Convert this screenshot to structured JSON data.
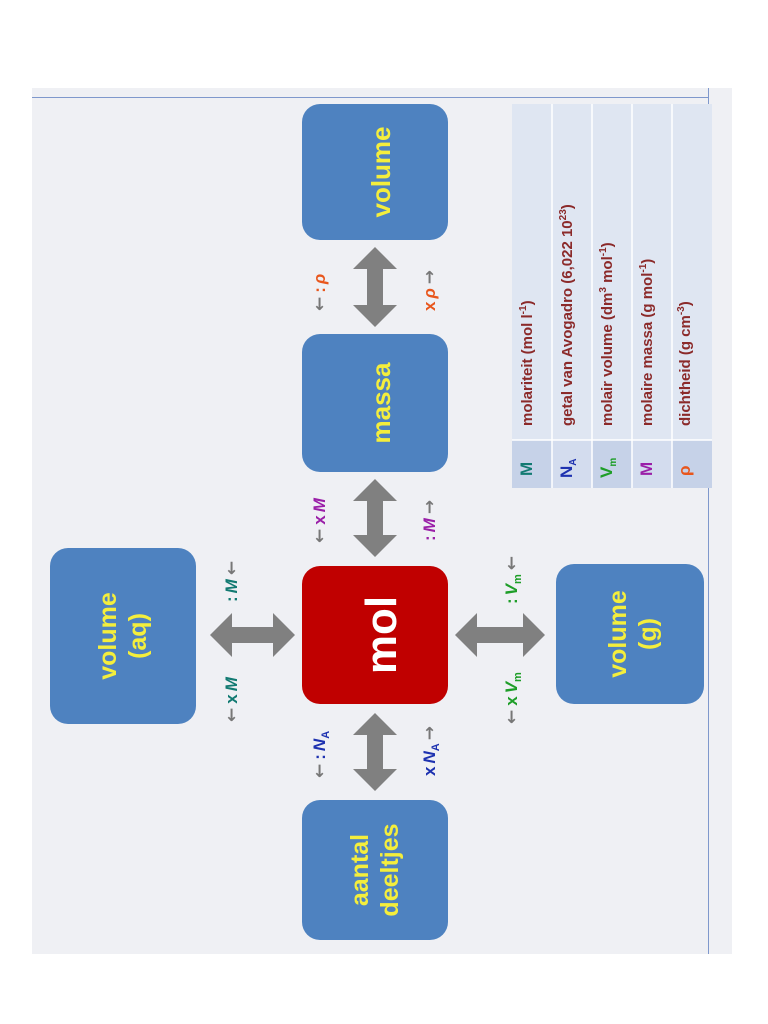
{
  "colors": {
    "box": "#4e82c0",
    "box_text": "#f4ee3c",
    "mol_box": "#c00000",
    "arrow": "#808080",
    "rho": "#e8561c",
    "M_molar": "#9a1fa8",
    "Vm": "#1e9e28",
    "NA": "#1e32b0",
    "M_molarity": "#127a72",
    "legend_desc": "#8b2a2a"
  },
  "boxes": {
    "volume": "volume",
    "massa": "massa",
    "mol": "mol",
    "volume_g_1": "volume",
    "volume_g_2": "(g)",
    "volume_aq_1": "volume",
    "volume_aq_2": "(aq)",
    "aantal_1": "aantal",
    "aantal_2": "deeltjes"
  },
  "operators": {
    "vol_massa_fwd_a": "x",
    "vol_massa_fwd_b": "ρ",
    "vol_massa_back_a": ":",
    "vol_massa_back_b": "ρ",
    "massa_mol_fwd_a": ":",
    "massa_mol_fwd_b": "M",
    "massa_mol_back_a": "x",
    "massa_mol_back_b": "M",
    "mol_gas_up_a": ":",
    "mol_gas_up_b": "V",
    "mol_gas_up_sub": "m",
    "mol_gas_down_a": "x",
    "mol_gas_down_b": "V",
    "mol_gas_down_sub": "m",
    "mol_aq_up_a": ":",
    "mol_aq_up_b": "M",
    "mol_aq_down_a": "x",
    "mol_aq_down_b": "M",
    "mol_deel_fwd_a": "x",
    "mol_deel_fwd_b": "N",
    "mol_deel_fwd_sub": "A",
    "mol_deel_back_a": ":",
    "mol_deel_back_b": "N",
    "mol_deel_back_sub": "A",
    "arrow_right": "→",
    "arrow_left": "←"
  },
  "legend": [
    {
      "symbol": "ρ",
      "sub": "",
      "desc": "dichtheid (g cm",
      "sup": "-3",
      "tail": ")"
    },
    {
      "symbol": "M",
      "sub": "",
      "desc": "molaire massa (g mol",
      "sup": "-1",
      "tail": ")"
    },
    {
      "symbol": "V",
      "sub": "m",
      "desc": "molair volume (dm",
      "sup": "3",
      "mid": " mol",
      "sup2": "-1",
      "tail": ")"
    },
    {
      "symbol": "N",
      "sub": "A",
      "desc": "getal van Avogadro (6,022 10",
      "sup": "23",
      "tail": ")"
    },
    {
      "symbol": "M",
      "sub": "",
      "desc": "molariteit (mol l",
      "sup": "-1",
      "tail": ")"
    }
  ]
}
